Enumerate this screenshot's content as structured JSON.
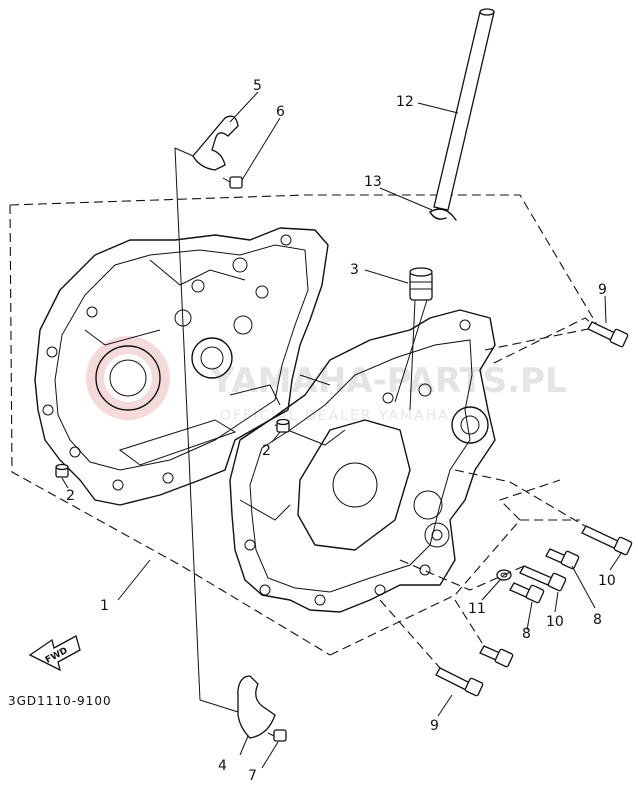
{
  "diagram": {
    "part_code": "3GD1110-9100",
    "fwd_label": "FWD",
    "watermark": {
      "main": "YAMAHA-PARTS.PL",
      "sub": "OFFICIAL DEALER YAMAHA"
    },
    "callouts": [
      "1",
      "2",
      "2",
      "3",
      "4",
      "5",
      "6",
      "7",
      "8",
      "8",
      "9",
      "9",
      "10",
      "10",
      "11",
      "12",
      "13"
    ]
  }
}
